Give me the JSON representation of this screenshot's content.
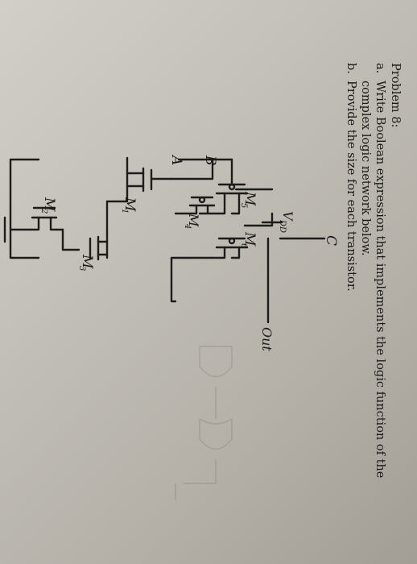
{
  "problem": {
    "title": "Problem 8:",
    "items": [
      {
        "marker": "a.",
        "text": "Write Boolean expression that implements the logic function of the complex logic network below."
      },
      {
        "marker": "b.",
        "text": "Provide the size for each transistor."
      }
    ]
  },
  "circuit": {
    "supply": {
      "letter": "V",
      "sub": "DD"
    },
    "inputs": [
      "A",
      "B",
      "C"
    ],
    "output": "Out",
    "transistors": [
      {
        "name": "M",
        "sub": "1"
      },
      {
        "name": "M",
        "sub": "2"
      },
      {
        "name": "M",
        "sub": "3"
      },
      {
        "name": "M",
        "sub": "4"
      },
      {
        "name": "M",
        "sub": "5"
      },
      {
        "name": "M",
        "sub": "6"
      }
    ]
  },
  "colors": {
    "ink": "#1d1c1a",
    "paper": "#c9c6bf"
  }
}
